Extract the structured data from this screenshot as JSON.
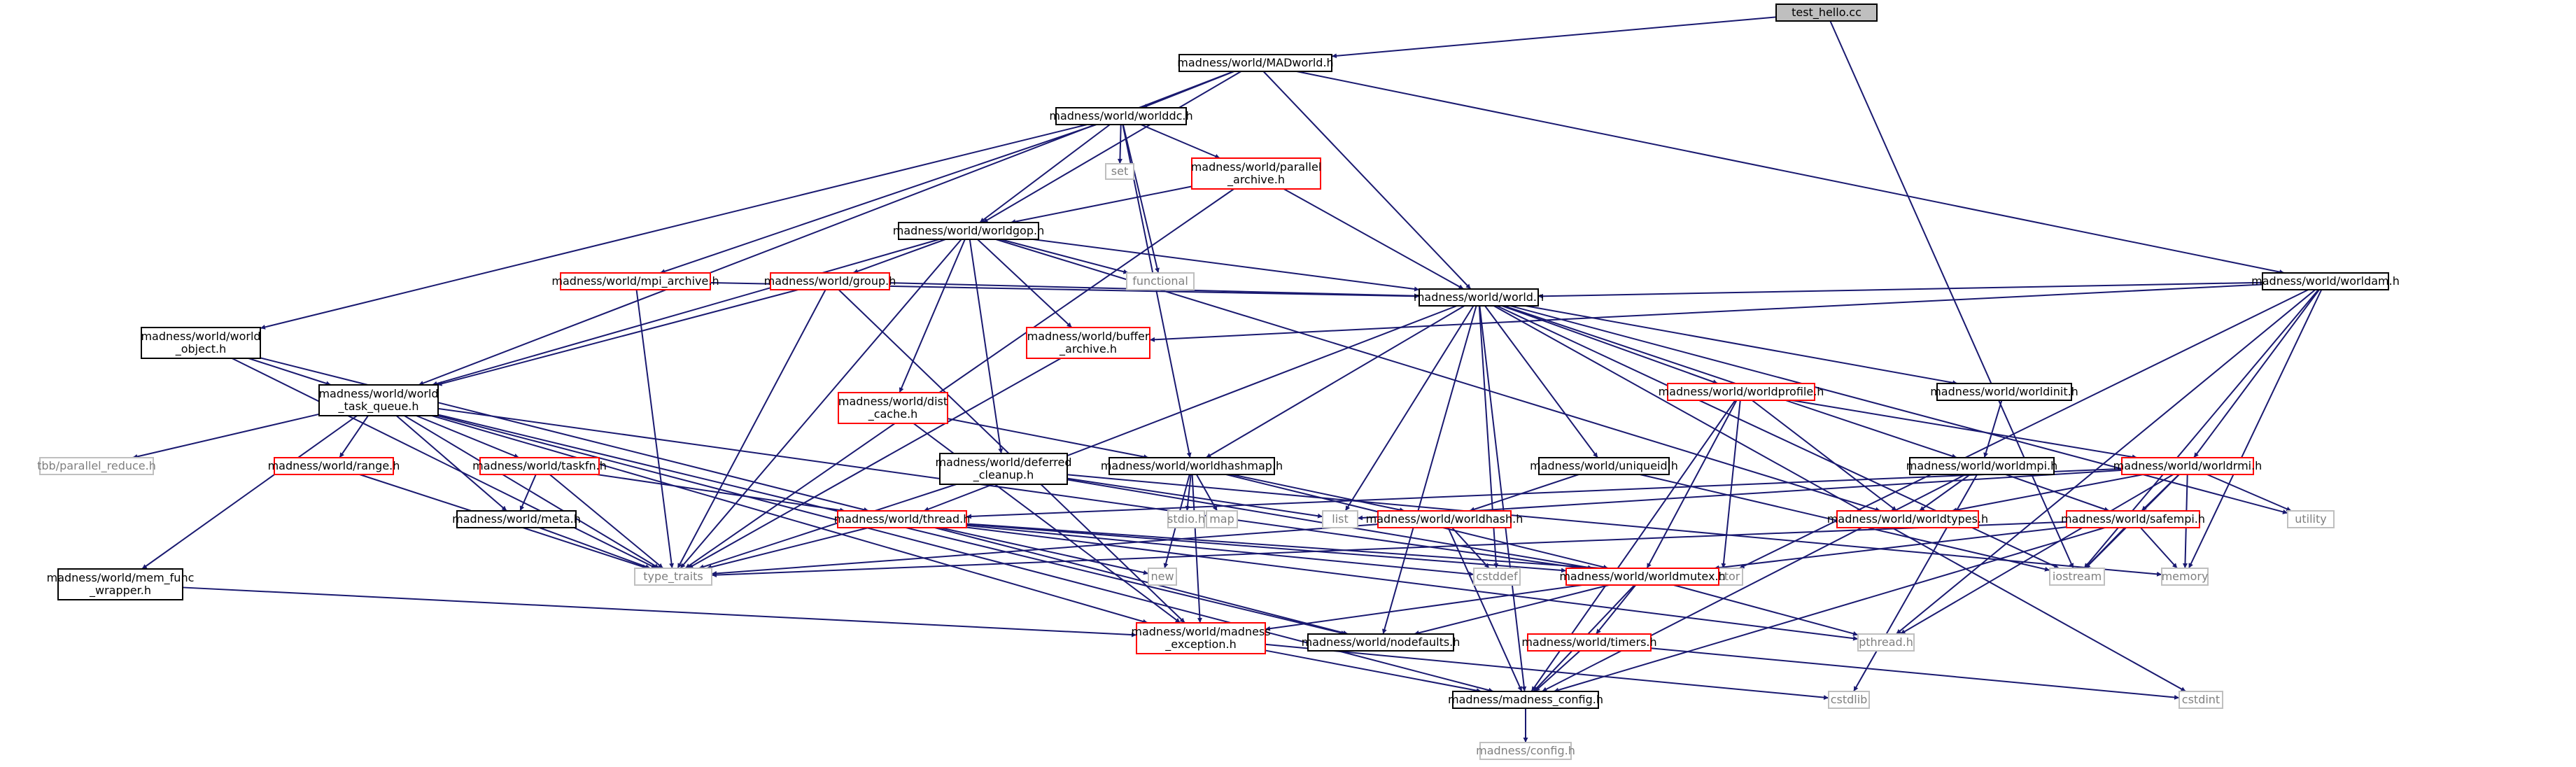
{
  "nodes": [
    {
      "id": "test_hello",
      "lines": [
        "test_hello.cc"
      ],
      "kind": "root"
    },
    {
      "id": "madworld",
      "lines": [
        "madness/world/MADworld.h"
      ],
      "kind": "normal"
    },
    {
      "id": "worlddc",
      "lines": [
        "madness/world/worlddc.h"
      ],
      "kind": "normal"
    },
    {
      "id": "set",
      "lines": [
        "set"
      ],
      "kind": "grey"
    },
    {
      "id": "par_archive",
      "lines": [
        "madness/world/parallel",
        "_archive.h"
      ],
      "kind": "red"
    },
    {
      "id": "worldgop",
      "lines": [
        "madness/world/worldgop.h"
      ],
      "kind": "normal"
    },
    {
      "id": "functional",
      "lines": [
        "functional"
      ],
      "kind": "grey"
    },
    {
      "id": "mpi_archive",
      "lines": [
        "madness/world/mpi_archive.h"
      ],
      "kind": "red"
    },
    {
      "id": "group",
      "lines": [
        "madness/world/group.h"
      ],
      "kind": "red"
    },
    {
      "id": "worldam",
      "lines": [
        "madness/world/worldam.h"
      ],
      "kind": "normal"
    },
    {
      "id": "world_object",
      "lines": [
        "madness/world/world",
        "_object.h"
      ],
      "kind": "normal"
    },
    {
      "id": "buffer_archive",
      "lines": [
        "madness/world/buffer",
        "_archive.h"
      ],
      "kind": "red"
    },
    {
      "id": "world",
      "lines": [
        "madness/world/world.h"
      ],
      "kind": "normal"
    },
    {
      "id": "task_queue",
      "lines": [
        "madness/world/world",
        "_task_queue.h"
      ],
      "kind": "normal"
    },
    {
      "id": "dist_cache",
      "lines": [
        "madness/world/dist",
        "_cache.h"
      ],
      "kind": "red"
    },
    {
      "id": "worldprofile",
      "lines": [
        "madness/world/worldprofile.h"
      ],
      "kind": "red"
    },
    {
      "id": "worldinit",
      "lines": [
        "madness/world/worldinit.h"
      ],
      "kind": "normal"
    },
    {
      "id": "tbb_reduce",
      "lines": [
        "tbb/parallel_reduce.h"
      ],
      "kind": "grey"
    },
    {
      "id": "range",
      "lines": [
        "madness/world/range.h"
      ],
      "kind": "red"
    },
    {
      "id": "taskfn",
      "lines": [
        "madness/world/taskfn.h"
      ],
      "kind": "red"
    },
    {
      "id": "deferred",
      "lines": [
        "madness/world/deferred",
        "_cleanup.h"
      ],
      "kind": "normal"
    },
    {
      "id": "worldhashmap",
      "lines": [
        "madness/world/worldhashmap.h"
      ],
      "kind": "normal"
    },
    {
      "id": "uniqueid",
      "lines": [
        "madness/world/uniqueid.h"
      ],
      "kind": "normal"
    },
    {
      "id": "worldmpi",
      "lines": [
        "madness/world/worldmpi.h"
      ],
      "kind": "normal"
    },
    {
      "id": "worldrmi",
      "lines": [
        "madness/world/worldrmi.h"
      ],
      "kind": "red"
    },
    {
      "id": "stdio",
      "lines": [
        "stdio.h"
      ],
      "kind": "grey"
    },
    {
      "id": "map",
      "lines": [
        "map"
      ],
      "kind": "grey"
    },
    {
      "id": "list",
      "lines": [
        "list"
      ],
      "kind": "grey"
    },
    {
      "id": "utility",
      "lines": [
        "utility"
      ],
      "kind": "grey"
    },
    {
      "id": "meta",
      "lines": [
        "madness/world/meta.h"
      ],
      "kind": "normal"
    },
    {
      "id": "thread",
      "lines": [
        "madness/world/thread.h"
      ],
      "kind": "red"
    },
    {
      "id": "worldhash",
      "lines": [
        "madness/world/worldhash.h"
      ],
      "kind": "red"
    },
    {
      "id": "worldtypes",
      "lines": [
        "madness/world/worldtypes.h"
      ],
      "kind": "red"
    },
    {
      "id": "safempi",
      "lines": [
        "madness/world/safempi.h"
      ],
      "kind": "red"
    },
    {
      "id": "mem_func",
      "lines": [
        "madness/world/mem_func",
        "_wrapper.h"
      ],
      "kind": "normal"
    },
    {
      "id": "type_traits",
      "lines": [
        "type_traits"
      ],
      "kind": "grey"
    },
    {
      "id": "new",
      "lines": [
        "new"
      ],
      "kind": "grey"
    },
    {
      "id": "cstddef",
      "lines": [
        "cstddef"
      ],
      "kind": "grey"
    },
    {
      "id": "vector",
      "lines": [
        "vector"
      ],
      "kind": "grey"
    },
    {
      "id": "worldmutex",
      "lines": [
        "madness/world/worldmutex.h"
      ],
      "kind": "red"
    },
    {
      "id": "iostream",
      "lines": [
        "iostream"
      ],
      "kind": "grey"
    },
    {
      "id": "memory",
      "lines": [
        "memory"
      ],
      "kind": "grey"
    },
    {
      "id": "pthread",
      "lines": [
        "pthread.h"
      ],
      "kind": "grey"
    },
    {
      "id": "madness_exception",
      "lines": [
        "madness/world/madness",
        "_exception.h"
      ],
      "kind": "red"
    },
    {
      "id": "nodefaults",
      "lines": [
        "madness/world/nodefaults.h"
      ],
      "kind": "normal"
    },
    {
      "id": "timers",
      "lines": [
        "madness/world/timers.h"
      ],
      "kind": "red"
    },
    {
      "id": "cstdlib",
      "lines": [
        "cstdlib"
      ],
      "kind": "grey"
    },
    {
      "id": "cstdint",
      "lines": [
        "cstdint"
      ],
      "kind": "grey"
    },
    {
      "id": "madness_config",
      "lines": [
        "madness/madness_config.h"
      ],
      "kind": "normal"
    },
    {
      "id": "config",
      "lines": [
        "madness/config.h"
      ],
      "kind": "grey"
    }
  ],
  "edges": [
    [
      "test_hello",
      "madworld"
    ],
    [
      "test_hello",
      "iostream"
    ],
    [
      "madworld",
      "worlddc"
    ],
    [
      "madworld",
      "worldgop"
    ],
    [
      "madworld",
      "world"
    ],
    [
      "madworld",
      "worldam"
    ],
    [
      "madworld",
      "task_queue"
    ],
    [
      "worlddc",
      "set"
    ],
    [
      "worlddc",
      "functional"
    ],
    [
      "worlddc",
      "par_archive"
    ],
    [
      "worlddc",
      "worldgop"
    ],
    [
      "worlddc",
      "mpi_archive"
    ],
    [
      "worlddc",
      "world_object"
    ],
    [
      "worlddc",
      "worldhashmap"
    ],
    [
      "par_archive",
      "worldgop"
    ],
    [
      "par_archive",
      "world"
    ],
    [
      "par_archive",
      "type_traits"
    ],
    [
      "worldgop",
      "functional"
    ],
    [
      "worldgop",
      "group"
    ],
    [
      "worldgop",
      "world"
    ],
    [
      "worldgop",
      "buffer_archive"
    ],
    [
      "worldgop",
      "dist_cache"
    ],
    [
      "worldgop",
      "deferred"
    ],
    [
      "worldgop",
      "task_queue"
    ],
    [
      "worldgop",
      "type_traits"
    ],
    [
      "worldgop",
      "worldtypes"
    ],
    [
      "mpi_archive",
      "world"
    ],
    [
      "mpi_archive",
      "type_traits"
    ],
    [
      "group",
      "world"
    ],
    [
      "group",
      "task_queue"
    ],
    [
      "group",
      "type_traits"
    ],
    [
      "group",
      "madness_exception"
    ],
    [
      "worldam",
      "world"
    ],
    [
      "worldam",
      "buffer_archive"
    ],
    [
      "worldam",
      "worldrmi"
    ],
    [
      "worldam",
      "vector"
    ],
    [
      "worldam",
      "iostream"
    ],
    [
      "worldam",
      "memory"
    ],
    [
      "worldam",
      "pthread"
    ],
    [
      "world_object",
      "task_queue"
    ],
    [
      "world_object",
      "type_traits"
    ],
    [
      "world_object",
      "thread"
    ],
    [
      "buffer_archive",
      "type_traits"
    ],
    [
      "world",
      "worldprofile"
    ],
    [
      "world",
      "worldinit"
    ],
    [
      "world",
      "worldhashmap"
    ],
    [
      "world",
      "uniqueid"
    ],
    [
      "world",
      "worldmpi"
    ],
    [
      "world",
      "thread"
    ],
    [
      "world",
      "list"
    ],
    [
      "world",
      "utility"
    ],
    [
      "world",
      "cstddef"
    ],
    [
      "world",
      "madness_config"
    ],
    [
      "world",
      "nodefaults"
    ],
    [
      "world",
      "cstdint"
    ],
    [
      "world",
      "iostream"
    ],
    [
      "task_queue",
      "tbb_reduce"
    ],
    [
      "task_queue",
      "range"
    ],
    [
      "task_queue",
      "taskfn"
    ],
    [
      "task_queue",
      "meta"
    ],
    [
      "task_queue",
      "mem_func"
    ],
    [
      "task_queue",
      "type_traits"
    ],
    [
      "task_queue",
      "madness_exception"
    ],
    [
      "task_queue",
      "nodefaults"
    ],
    [
      "task_queue",
      "madness_config"
    ],
    [
      "task_queue",
      "worldmutex"
    ],
    [
      "dist_cache",
      "worldhashmap"
    ],
    [
      "dist_cache",
      "madness_exception"
    ],
    [
      "worldprofile",
      "worldrmi"
    ],
    [
      "worldprofile",
      "worldtypes"
    ],
    [
      "worldprofile",
      "vector"
    ],
    [
      "worldprofile",
      "worldmutex"
    ],
    [
      "worldprofile",
      "madness_config"
    ],
    [
      "worldinit",
      "worldmpi"
    ],
    [
      "range",
      "type_traits"
    ],
    [
      "taskfn",
      "meta"
    ],
    [
      "taskfn",
      "thread"
    ],
    [
      "taskfn",
      "type_traits"
    ],
    [
      "deferred",
      "list"
    ],
    [
      "deferred",
      "worldmutex"
    ],
    [
      "deferred",
      "memory"
    ],
    [
      "deferred",
      "type_traits"
    ],
    [
      "worldhashmap",
      "stdio"
    ],
    [
      "worldhashmap",
      "map"
    ],
    [
      "worldhashmap",
      "new"
    ],
    [
      "worldhashmap",
      "worldhash"
    ],
    [
      "worldhashmap",
      "madness_exception"
    ],
    [
      "worldhashmap",
      "worldmutex"
    ],
    [
      "uniqueid",
      "worldhash"
    ],
    [
      "uniqueid",
      "iostream"
    ],
    [
      "worldmpi",
      "worldtypes"
    ],
    [
      "worldmpi",
      "safempi"
    ],
    [
      "worldmpi",
      "cstdlib"
    ],
    [
      "worldmpi",
      "madness_config"
    ],
    [
      "worldrmi",
      "thread"
    ],
    [
      "worldrmi",
      "list"
    ],
    [
      "worldrmi",
      "worldtypes"
    ],
    [
      "worldrmi",
      "safempi"
    ],
    [
      "worldrmi",
      "utility"
    ],
    [
      "worldrmi",
      "memory"
    ],
    [
      "worldrmi",
      "iostream"
    ],
    [
      "worldrmi",
      "pthread"
    ],
    [
      "meta",
      "type_traits"
    ],
    [
      "thread",
      "type_traits"
    ],
    [
      "thread",
      "new"
    ],
    [
      "thread",
      "cstddef"
    ],
    [
      "thread",
      "worldmutex"
    ],
    [
      "thread",
      "vector"
    ],
    [
      "thread",
      "nodefaults"
    ],
    [
      "thread",
      "pthread"
    ],
    [
      "worldhash",
      "type_traits"
    ],
    [
      "worldhash",
      "cstddef"
    ],
    [
      "worldhash",
      "madness_config"
    ],
    [
      "safempi",
      "type_traits"
    ],
    [
      "safempi",
      "iostream"
    ],
    [
      "safempi",
      "memory"
    ],
    [
      "safempi",
      "worldmutex"
    ],
    [
      "safempi",
      "madness_config"
    ],
    [
      "mem_func",
      "madness_exception"
    ],
    [
      "worldmutex",
      "madness_exception"
    ],
    [
      "worldmutex",
      "nodefaults"
    ],
    [
      "worldmutex",
      "timers"
    ],
    [
      "worldmutex",
      "pthread"
    ],
    [
      "worldmutex",
      "madness_config"
    ],
    [
      "madness_exception",
      "madness_config"
    ],
    [
      "madness_exception",
      "cstdlib"
    ],
    [
      "timers",
      "madness_config"
    ],
    [
      "timers",
      "cstdint"
    ],
    [
      "madness_config",
      "config"
    ]
  ]
}
